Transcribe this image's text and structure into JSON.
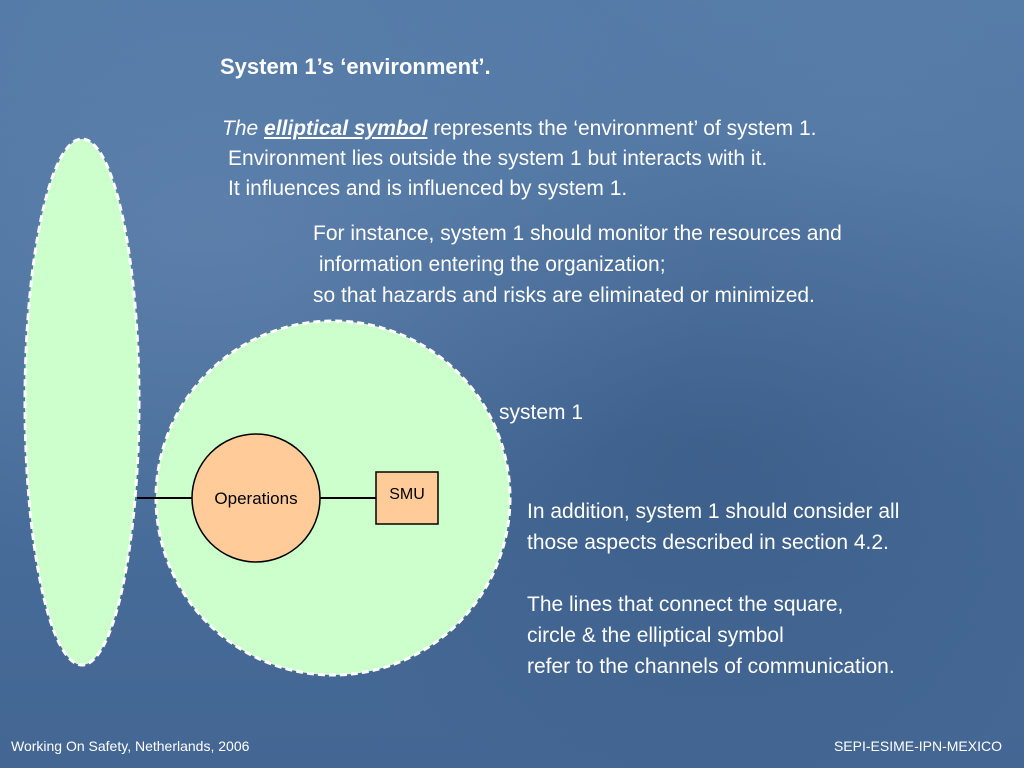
{
  "slide": {
    "title": "System 1’s ‘environment’."
  },
  "intro": {
    "lead_the": "The",
    "lead_symbol": "elliptical symbol",
    "lead_rest": " represents the ‘environment’ of system 1.",
    "line2": "Environment lies outside the system 1 but interacts with it.",
    "line3": "It influences and is influenced by system 1."
  },
  "instance": {
    "line1": "For instance, system 1 should monitor the resources and",
    "line2": " information entering the organization;",
    "line3": "so that hazards and risks are eliminated or minimized."
  },
  "diagram": {
    "system_label": "system 1",
    "operations_label": "Operations",
    "smu_label": "SMU"
  },
  "addition": {
    "line1": "In addition, system 1 should consider all",
    "line2": "those aspects described in section 4.2.",
    "line3": "The lines that connect the square,",
    "line4": "circle & the elliptical symbol",
    "line5": "refer to the channels of communication."
  },
  "footer": {
    "left": "Working On Safety, Netherlands, 2006",
    "right": "SEPI-ESIME-IPN-MEXICO"
  },
  "colors": {
    "background": "#4a6f9c",
    "shape_fill": "#ccffcc",
    "operations_fill": "#ffcc99",
    "text": "#ffffff"
  }
}
